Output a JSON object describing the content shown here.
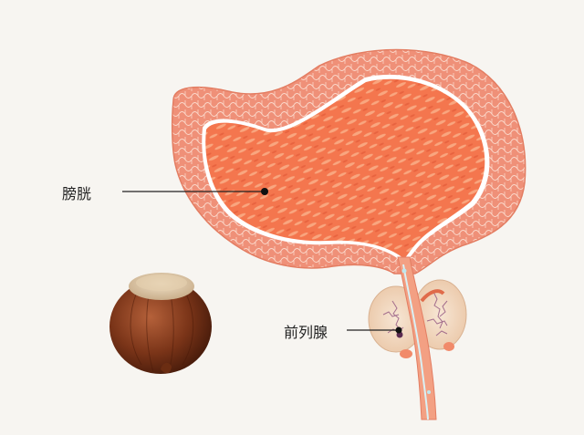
{
  "labels": {
    "bladder": "膀胱",
    "prostate": "前列腺"
  },
  "icons": [
    "bladder-illustration",
    "prostate-illustration",
    "urethra-illustration",
    "chestnut-illustration"
  ],
  "colors": {
    "background": "#f7f5f1",
    "bladder_wall": "#ee8c70",
    "bladder_inner": "#f2774f",
    "prostate": "#f3d8bf",
    "chestnut": "#7a3418",
    "leader_line": "#222222"
  }
}
